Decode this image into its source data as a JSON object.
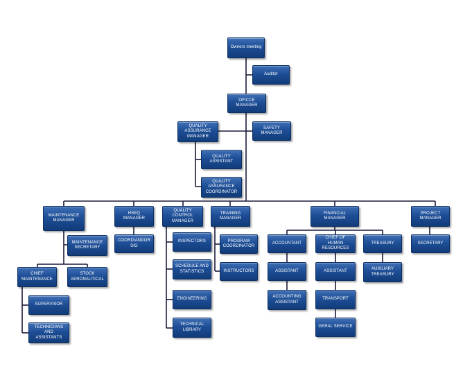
{
  "nodes": {
    "owners": "Owners meeting",
    "auditor": "Auditor",
    "office_manager": "OFICCE MANAGER",
    "quality_assurance_manager": "QUALITY\nASSURANCE\nMANAGER",
    "safety_manager": "SAFETY  MANAGER",
    "quality_assistant": "QUALITY\nASSISTANT",
    "quality_assurance_coordinator": "QUALITY\nASSURANCE\nCOORDINATOR",
    "maintenance_manager": "MAINTENANCE\nMANAGER",
    "hseq_manager": "HSEQ  MANAGER",
    "quality_control_manager": "QUALITY CONTROL\nMANAGER",
    "training_manager": "TRAINING\nMANAGER",
    "financial_manager": "FINANCIAL MANAGER",
    "project_manager": "PROJECT\nMANAGER",
    "maintenance_secretary": "MAINTENANCE\nSECRETARY",
    "coordinador_sig": "COORDIANDOR\nSIG",
    "inspectors": "INSPECTORS",
    "program_coordinator": "PROGRAM\nCOORDINATOR",
    "accountant": "ACCOUNTANT",
    "chief_human_resources": "CHIEF OF HUMAN\nRESOURCES",
    "treasury": "TREASURY",
    "secretary": "SECRETARY",
    "chief_maintenance": "CHIEF\nMAINTENANCE",
    "stock_aeronautical": "STOCK\nAERONAUTICAL",
    "schedule_statistics": "SCHEDULE  AND\nSTATISTICS",
    "instructors": "INSTRUCTORS",
    "assistant_accounting": "ASSISTANT",
    "assistant_hr": "ASSISTANT",
    "auxiliary_treasury": "AUXILIARY\nTREASURY",
    "supervisor": "SUPERVISOR",
    "engineering": "ENGINEERING",
    "accounting_assistant": "ACCOUNTING\nASSISTANT",
    "transport": "TRANSPORT",
    "general_service": "GERAL SERVICE",
    "technicians_assistants": "TECHNICIANS AND\nASSISTANTS",
    "technical_library": "TECHNICAL\nLIBRARY"
  },
  "colors": {
    "box_fill": "#1d4e96",
    "box_border": "#0d2f63",
    "connector": "#1a1a3a",
    "text": "#ffffff"
  }
}
